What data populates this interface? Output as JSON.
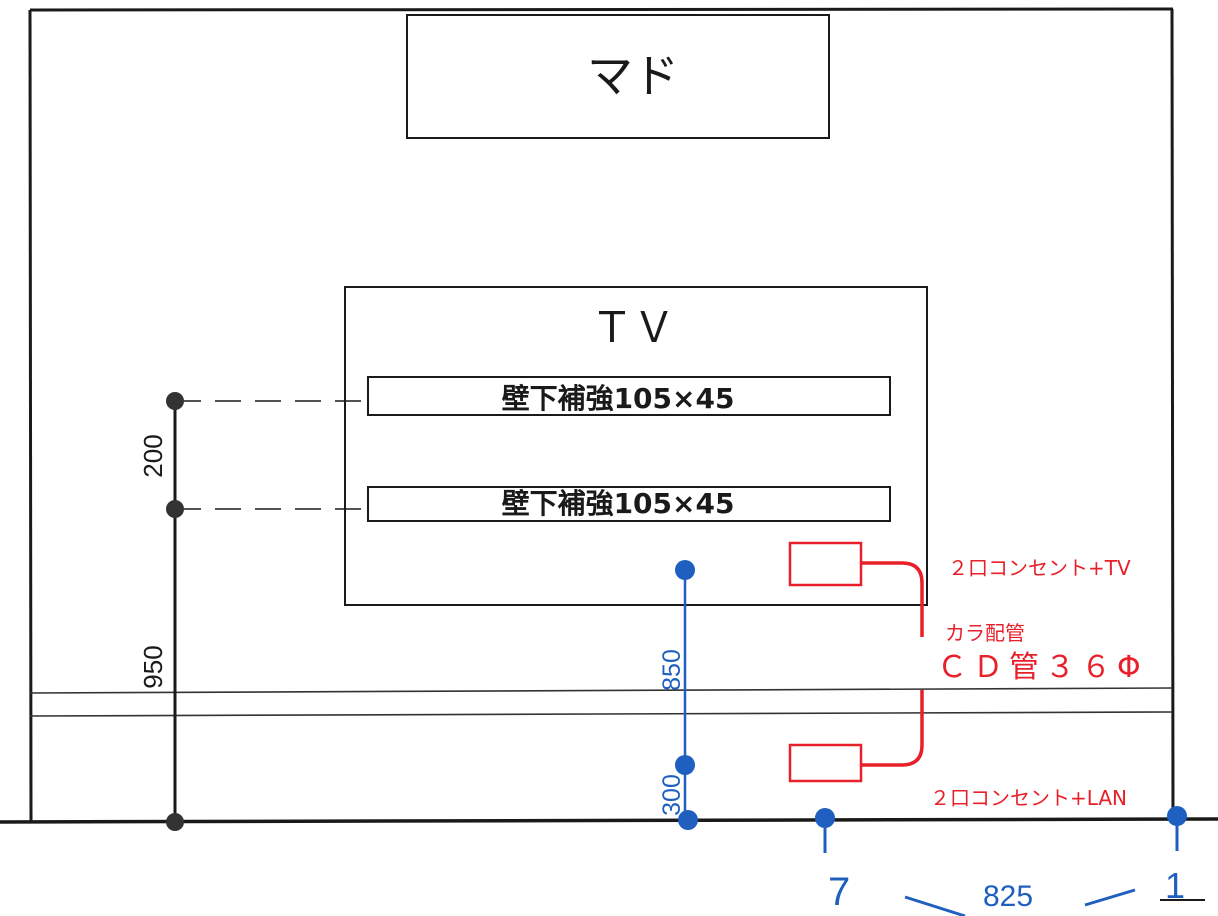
{
  "colors": {
    "line": "#1a1a1a",
    "dimension_blue": "#1f5fbf",
    "electrical_red": "#e8202a"
  },
  "window": {
    "label": "マド"
  },
  "tv": {
    "label": "ＴＶ"
  },
  "reinforcements": [
    {
      "label": "壁下補強105×45"
    },
    {
      "label": "壁下補強105×45"
    }
  ],
  "dimensions_black": {
    "upper": "200",
    "lower": "950"
  },
  "dimensions_blue": {
    "upper": "850",
    "lower": "300",
    "bottom": "825",
    "fragment_left": "7",
    "fragment_right": "1"
  },
  "outlets": {
    "upper": "２口コンセント+TV",
    "lower": "２口コンセント+LAN",
    "conduit_note": "カラ配管",
    "conduit_spec": "ＣＤ管３６Φ"
  }
}
